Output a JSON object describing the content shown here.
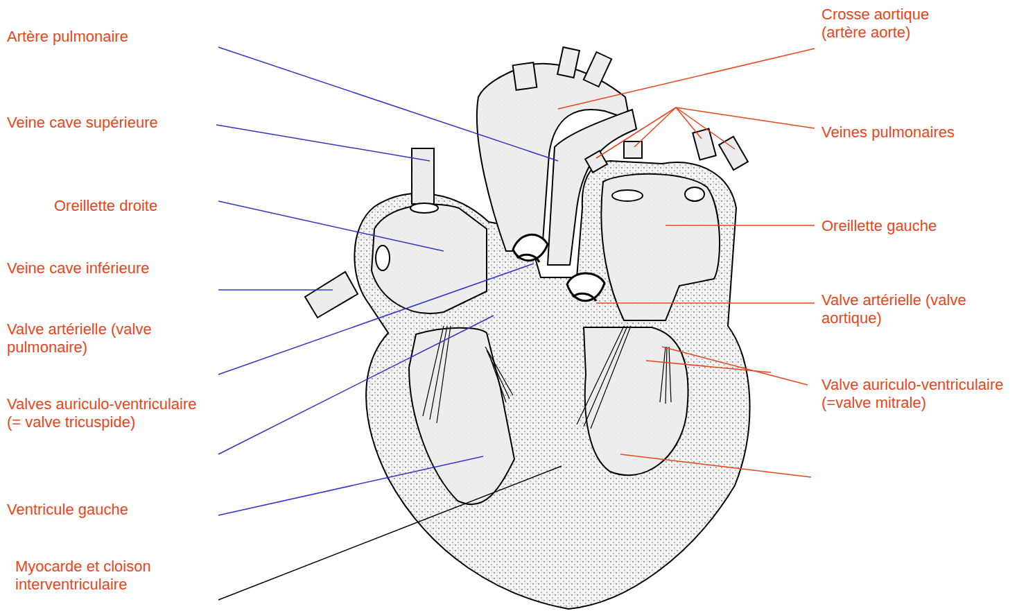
{
  "diagram": {
    "labels": [
      "Artère pulmonaire",
      "Veine cave supérieure",
      "Oreillette droite",
      "Veine cave inférieure",
      "Valve artérielle (valve pulmonaire)",
      "Valves auriculo-ventriculaire (= valve tricuspide)",
      "Ventricule gauche",
      "Myocarde et cloison interventriculaire",
      "Crosse aortique (artère aorte)",
      "Veines pulmonaires",
      "Oreillette gauche",
      "Valve artérielle (valve aortique)",
      "Valve auriculo-ventriculaire (=valve mitrale)"
    ]
  }
}
